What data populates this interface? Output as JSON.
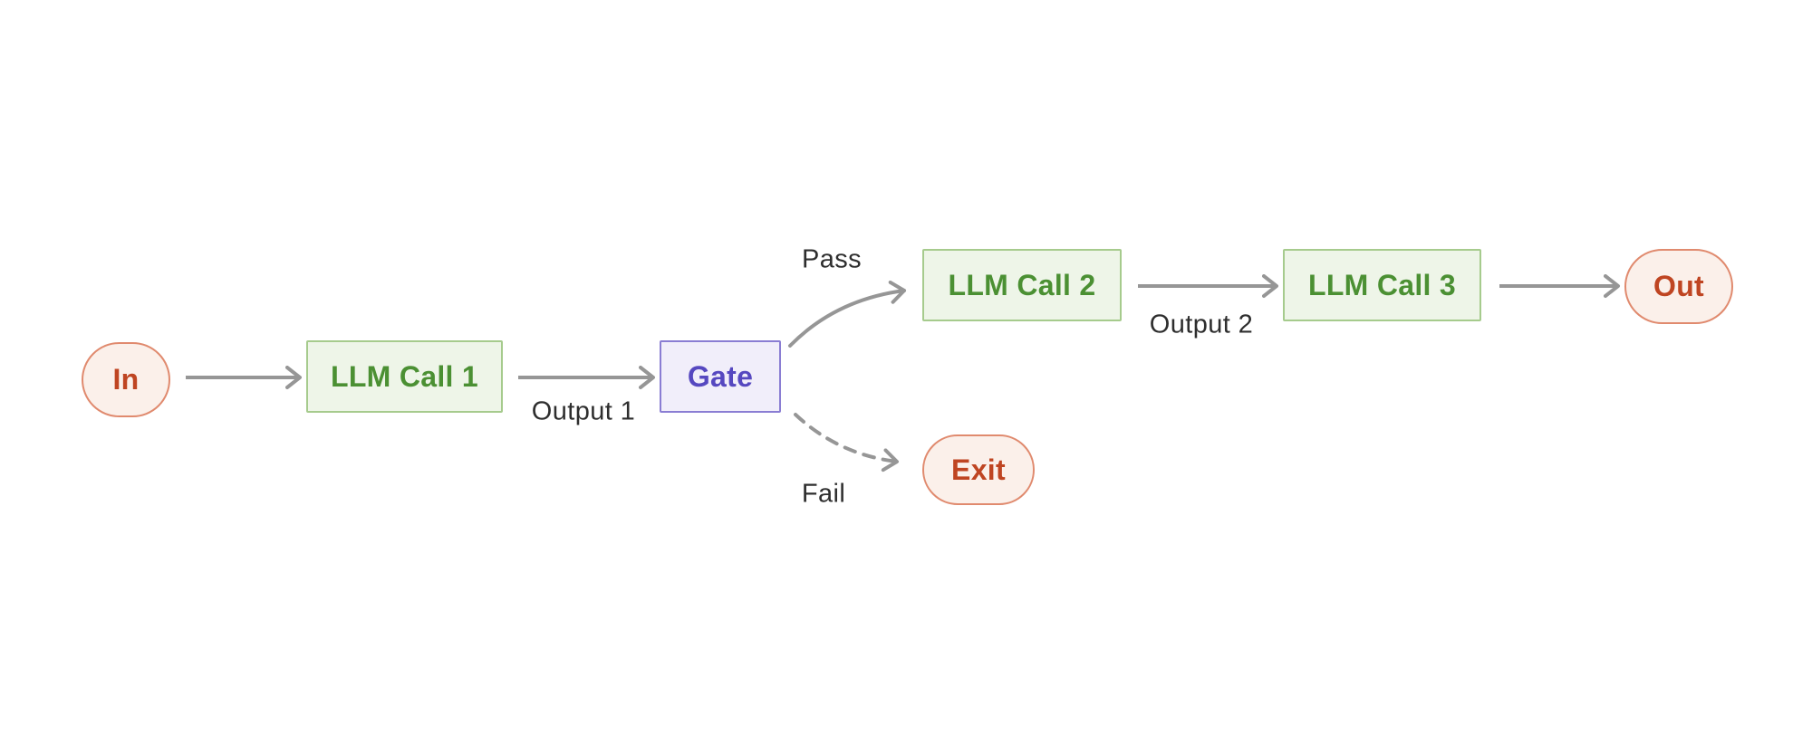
{
  "diagram": {
    "kind": "flowchart",
    "nodes": [
      {
        "id": "in",
        "label": "In",
        "type": "terminal"
      },
      {
        "id": "llm-call-1",
        "label": "LLM Call 1",
        "type": "process"
      },
      {
        "id": "gate",
        "label": "Gate",
        "type": "gate"
      },
      {
        "id": "llm-call-2",
        "label": "LLM Call 2",
        "type": "process"
      },
      {
        "id": "llm-call-3",
        "label": "LLM Call 3",
        "type": "process"
      },
      {
        "id": "out",
        "label": "Out",
        "type": "terminal"
      },
      {
        "id": "exit",
        "label": "Exit",
        "type": "terminal"
      }
    ],
    "edges": [
      {
        "from": "in",
        "to": "llm-call-1",
        "label": "",
        "style": "solid"
      },
      {
        "from": "llm-call-1",
        "to": "gate",
        "label": "Output 1",
        "style": "solid"
      },
      {
        "from": "gate",
        "to": "llm-call-2",
        "label": "Pass",
        "style": "solid-curve"
      },
      {
        "from": "gate",
        "to": "exit",
        "label": "Fail",
        "style": "dashed-curve"
      },
      {
        "from": "llm-call-2",
        "to": "llm-call-3",
        "label": "Output 2",
        "style": "solid"
      },
      {
        "from": "llm-call-3",
        "to": "out",
        "label": "",
        "style": "solid"
      }
    ],
    "colors": {
      "background": "#ffffff",
      "process_fill": "#eef5e8",
      "process_border": "#a6cb8d",
      "process_text": "#4b9033",
      "gate_fill": "#f1eefa",
      "gate_border": "#8a7dd3",
      "gate_text": "#5648c0",
      "terminal_fill": "#fbf0ea",
      "terminal_border": "#e08a6e",
      "terminal_text": "#bf4522",
      "arrow": "#969696",
      "edge_label_text": "#2e2e2e"
    }
  }
}
